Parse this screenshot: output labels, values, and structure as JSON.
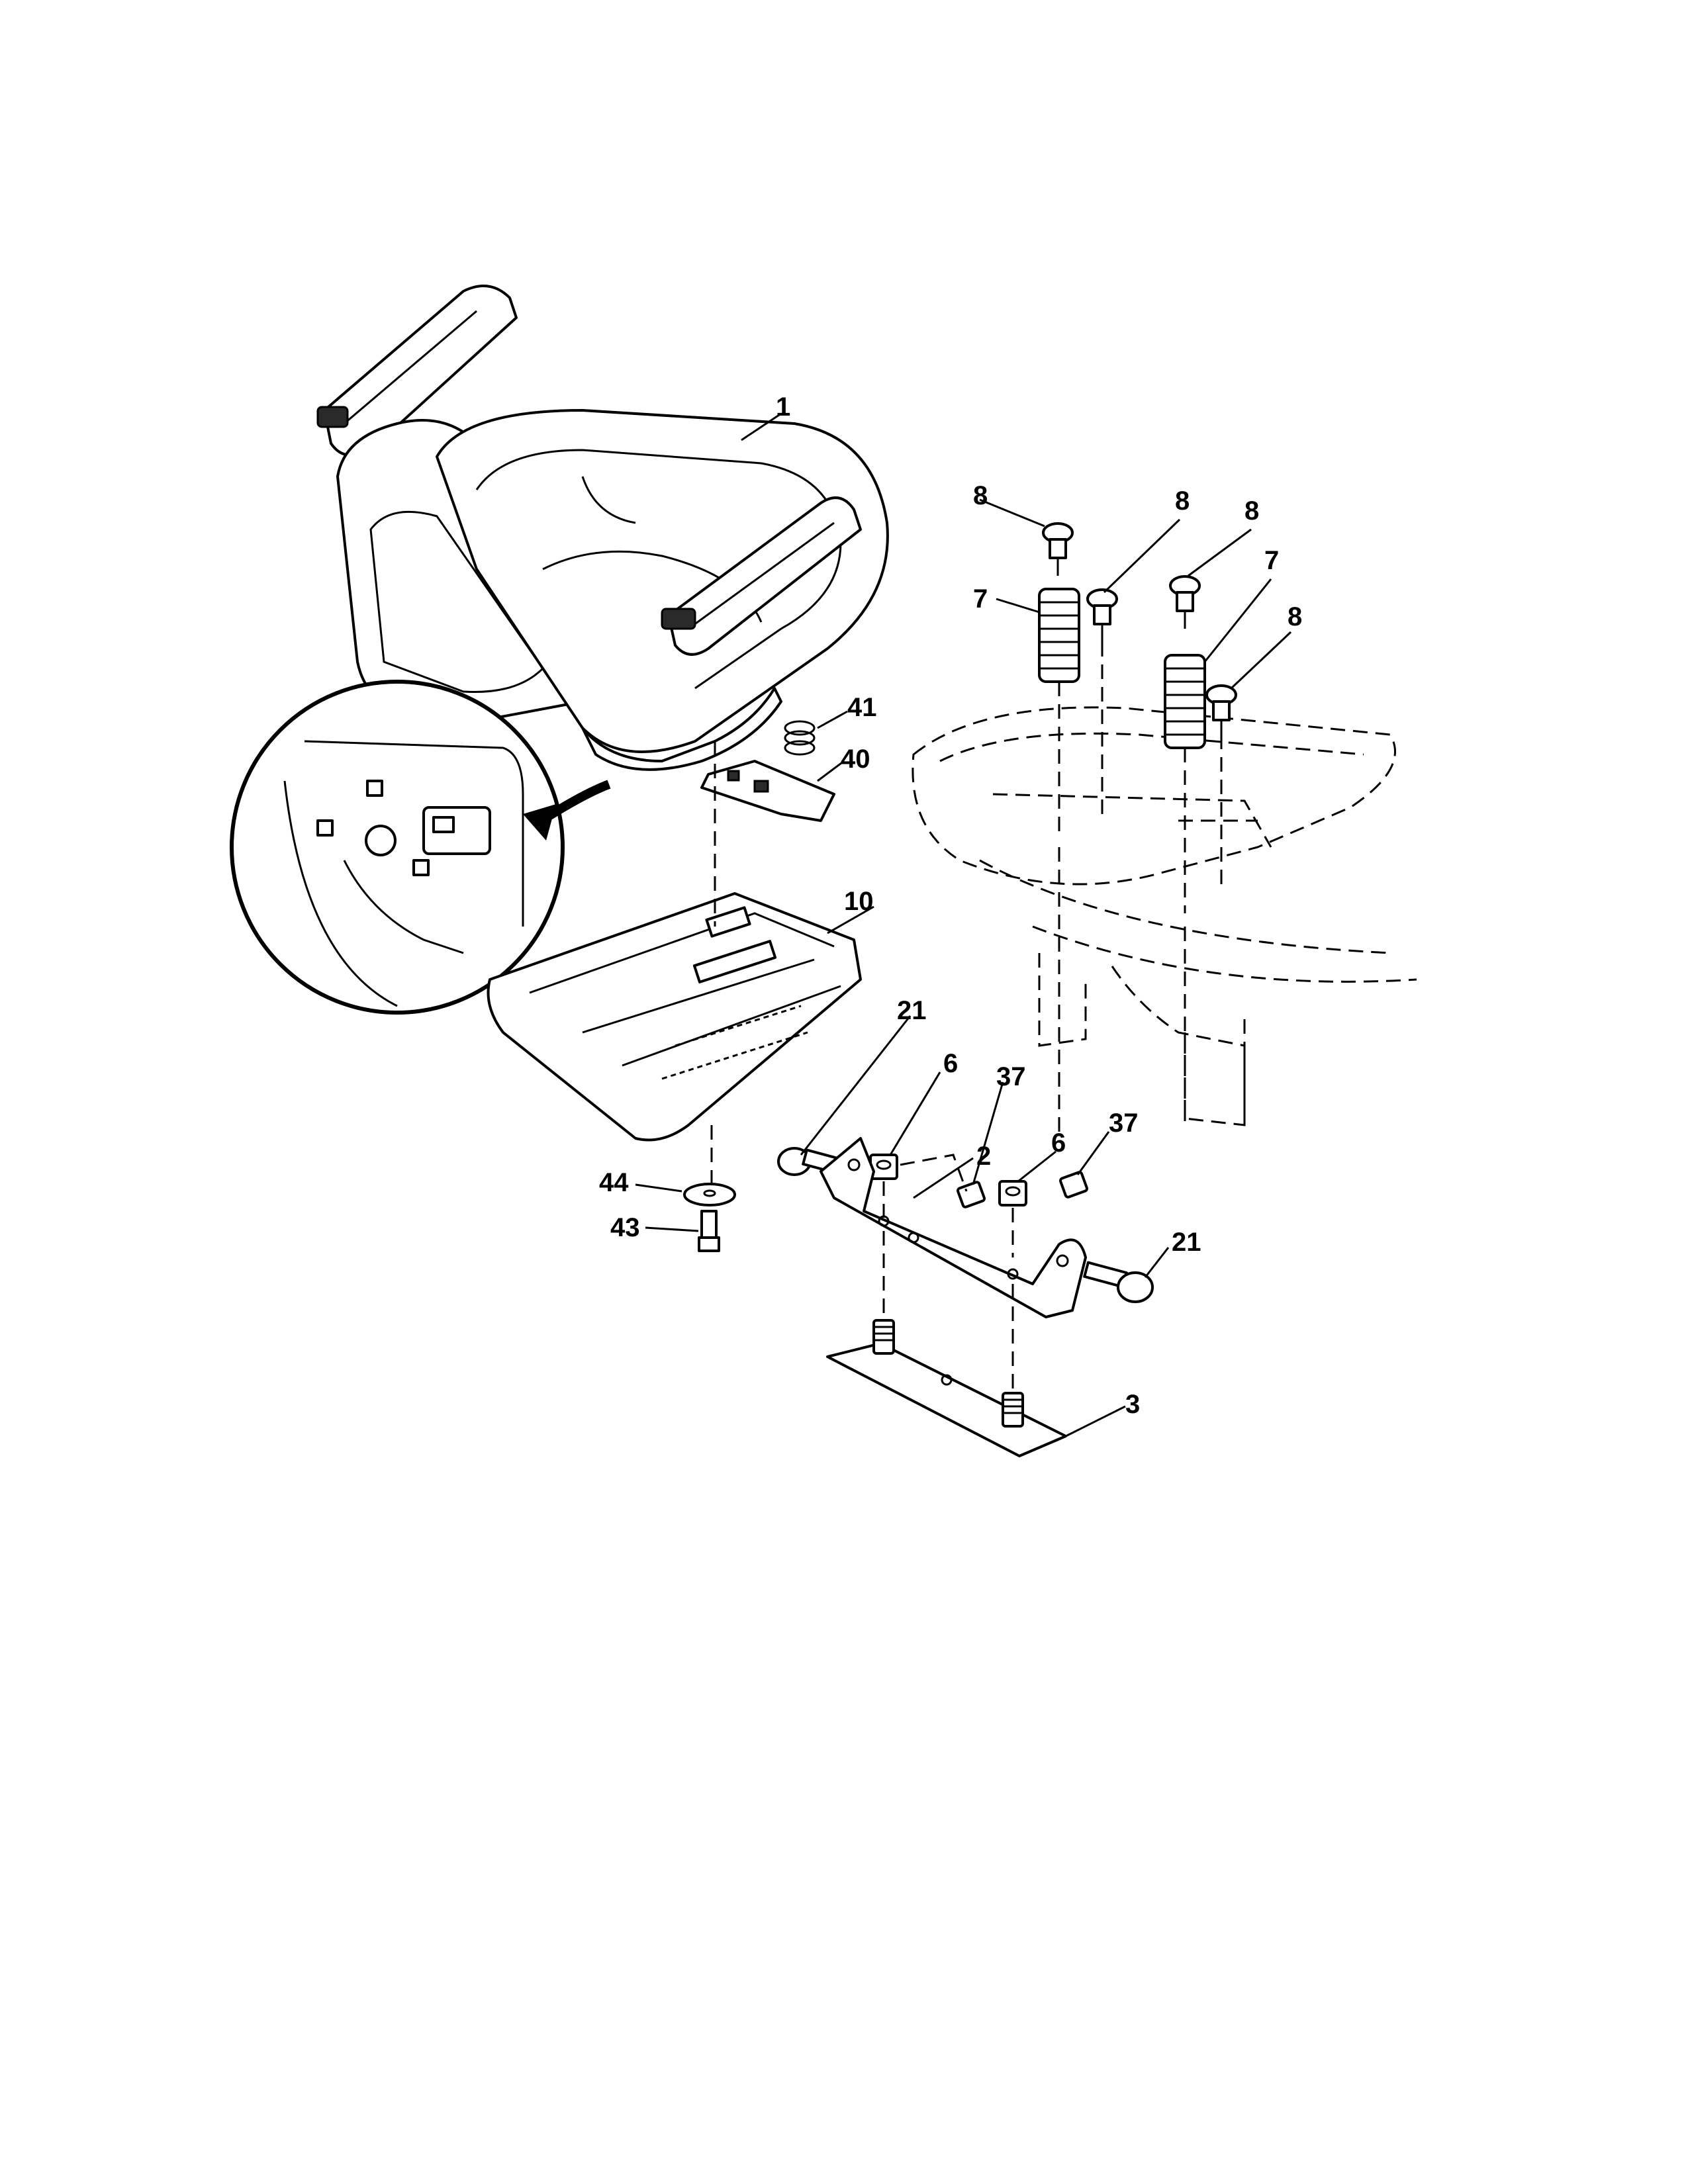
{
  "diagram": {
    "type": "exploded-parts-diagram",
    "callouts": {
      "c1": "1",
      "c2": "2",
      "c3": "3",
      "c6a": "6",
      "c6b": "6",
      "c7a": "7",
      "c7b": "7",
      "c8a": "8",
      "c8b": "8",
      "c8c": "8",
      "c8d": "8",
      "c10": "10",
      "c21a": "21",
      "c21b": "21",
      "c37a": "37",
      "c37b": "37",
      "c40": "40",
      "c41": "41",
      "c43": "43",
      "c44": "44"
    },
    "colors": {
      "ink": "#000000",
      "paper": "#ffffff"
    }
  }
}
